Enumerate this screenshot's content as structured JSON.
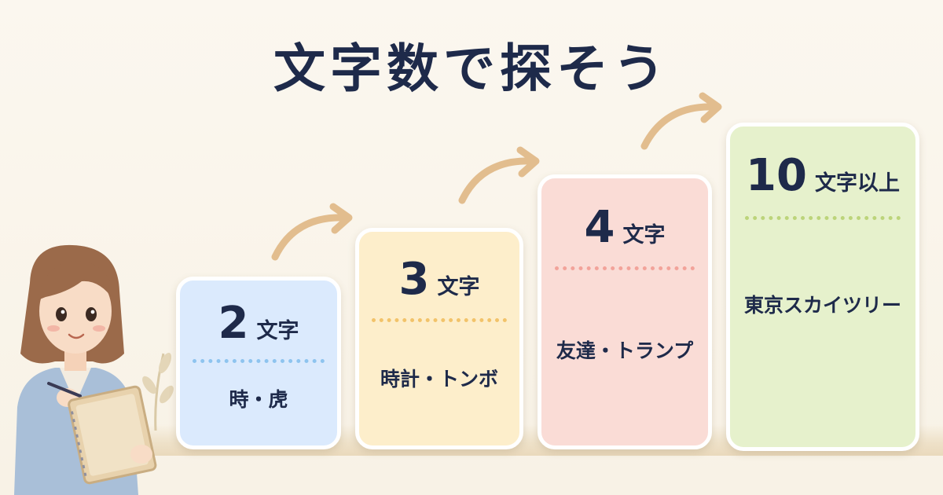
{
  "title": "文字数で探そう",
  "steps": [
    {
      "num": "2",
      "unit": "文字",
      "words": "時・虎",
      "fill": "#dbeafd",
      "dot": "#8ec4ef"
    },
    {
      "num": "3",
      "unit": "文字",
      "words": "時計・トンボ",
      "fill": "#fdeecb",
      "dot": "#f2c36a"
    },
    {
      "num": "4",
      "unit": "文字",
      "words": "友達・トランプ",
      "fill": "#fadcd6",
      "dot": "#f2a39a"
    },
    {
      "num": "10",
      "unit": "文字以上",
      "words": "東京スカイツリー",
      "fill": "#e6f1cc",
      "dot": "#bcd47a"
    }
  ],
  "colors": {
    "text": "#1e2a4a",
    "arrow": "#e2bd8e"
  },
  "icons": {
    "arrow": "curved-arrow-icon",
    "illustration": "woman-with-notebook-illustration"
  }
}
